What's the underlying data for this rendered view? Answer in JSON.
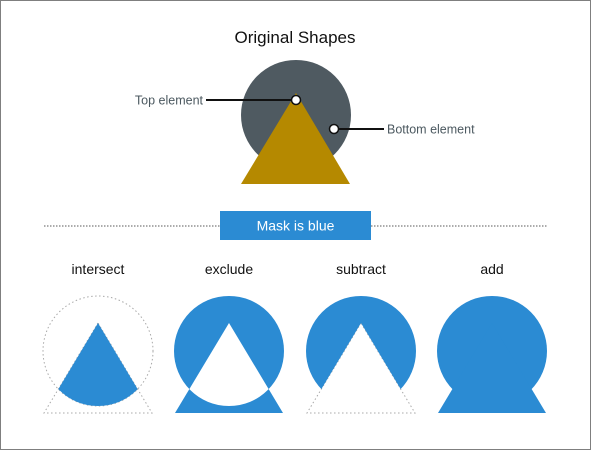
{
  "title": "Original Shapes",
  "callouts": {
    "top_element": "Top element",
    "bottom_element": "Bottom element"
  },
  "banner": "Mask is blue",
  "operations": [
    {
      "label": "intersect"
    },
    {
      "label": "exclude"
    },
    {
      "label": "subtract"
    },
    {
      "label": "add"
    }
  ],
  "colors": {
    "circle": "#4f5a61",
    "triangle": "#b58900",
    "mask": "#2b8bd3",
    "banner": "#2b8bd3",
    "divider": "#5a5a5a",
    "outline": "#a8a8a8"
  }
}
